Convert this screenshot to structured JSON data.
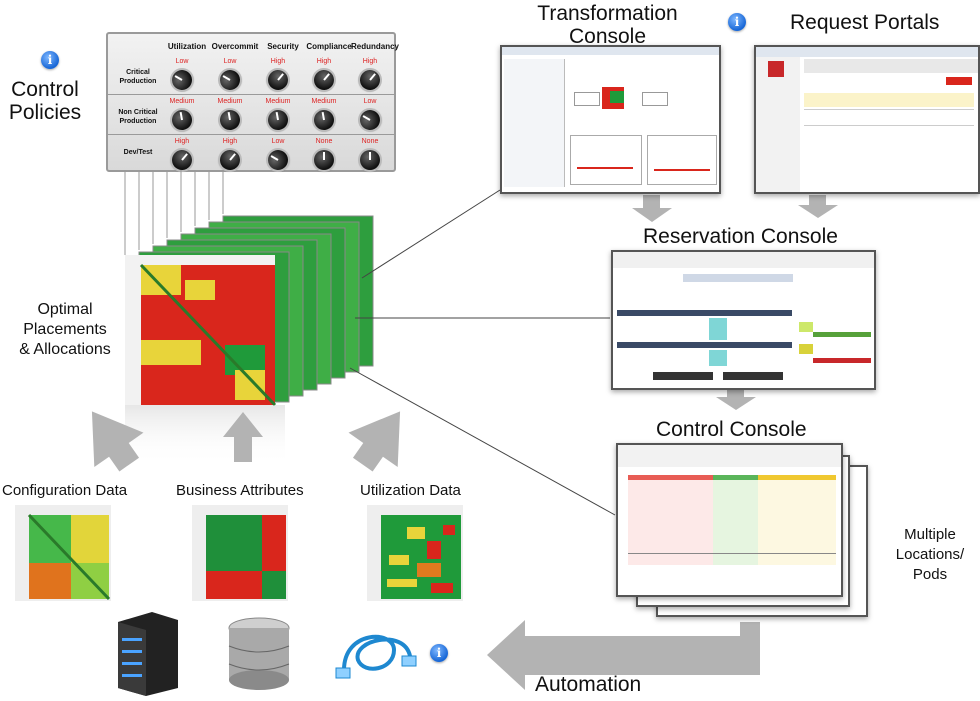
{
  "labels": {
    "control_policies": "Control\nPolicies",
    "optimal_placements": "Optimal\nPlacements\n& Allocations",
    "transformation_console": "Transformation\nConsole",
    "request_portals": "Request Portals",
    "reservation_console": "Reservation Console",
    "control_console": "Control Console",
    "multiple_locations": "Multiple\nLocations/\nPods",
    "automation": "Automation",
    "configuration_data": "Configuration Data",
    "business_attributes": "Business  Attributes",
    "utilization_data": "Utilization Data"
  },
  "control_panel": {
    "columns": [
      "Utilization",
      "Overcommit",
      "Security",
      "Compliance",
      "Redundancy"
    ],
    "rows": [
      {
        "name": "Critical\nProduction",
        "levels": [
          "Low",
          "Low",
          "High",
          "High",
          "High"
        ]
      },
      {
        "name": "Non Critical\nProduction",
        "levels": [
          "Medium",
          "Medium",
          "Medium",
          "Medium",
          "Low"
        ]
      },
      {
        "name": "Dev/Test",
        "levels": [
          "High",
          "High",
          "Low",
          "None",
          "None"
        ]
      }
    ]
  },
  "icons": [
    "info-icon",
    "server-icon",
    "database-icon",
    "network-cable-icon"
  ],
  "colors": {
    "red": "#d9261c",
    "green": "#1f9a3a",
    "yellow": "#e8d43a",
    "orange": "#e07a1f",
    "arrow_gray": "#b3b3b3",
    "info_blue": "#1766d6"
  }
}
